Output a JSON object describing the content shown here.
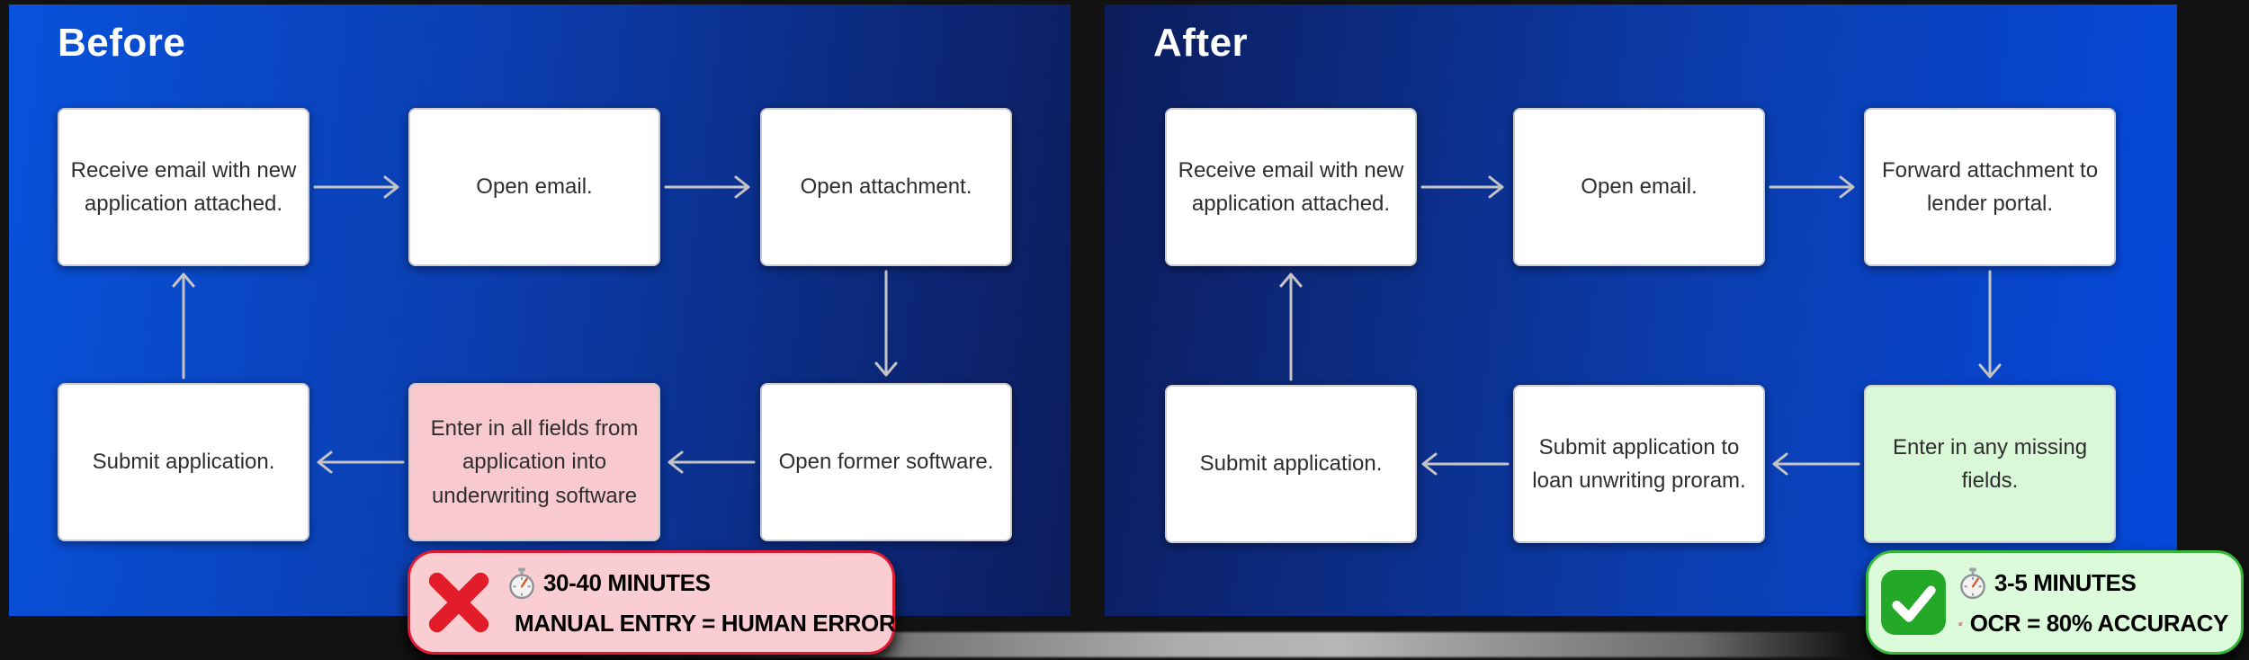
{
  "colors": {
    "panel_bright_blue": "#0548dc",
    "panel_dark_navy": "#0c1c5c",
    "background_black": "#121212",
    "box_white": "#ffffff",
    "box_pink": "#f8c9cf",
    "box_green": "#d9f8d7",
    "badge_pink_bg": "#f9cdd2",
    "badge_pink_border": "#e11931",
    "badge_green_bg": "#dcfbda",
    "badge_green_border": "#35b837",
    "arrow_gray": "#c4c4c4"
  },
  "panels": [
    {
      "title": "Before",
      "boxes": [
        {
          "text": "Receive email with new application attached."
        },
        {
          "text": "Open email."
        },
        {
          "text": "Open attachment."
        },
        {
          "text": "Submit application."
        },
        {
          "text": "Enter in all fields from application into underwriting software"
        },
        {
          "text": "Open former software."
        }
      ],
      "badge": {
        "status_icon": "cross-mark-icon",
        "lines": [
          {
            "icon": "stopwatch-icon",
            "text": "30-40 MINUTES"
          },
          {
            "icon": "dart-target-icon",
            "text": "MANUAL ENTRY = HUMAN ERROR"
          }
        ]
      }
    },
    {
      "title": "After",
      "boxes": [
        {
          "text": "Receive email with new application attached."
        },
        {
          "text": "Open email."
        },
        {
          "text": "Forward attachment to lender portal."
        },
        {
          "text": "Submit application."
        },
        {
          "text": "Submit application to loan unwriting proram."
        },
        {
          "text": "Enter in any missing fields."
        }
      ],
      "badge": {
        "status_icon": "check-mark-icon",
        "lines": [
          {
            "icon": "stopwatch-icon",
            "text": "3-5 MINUTES"
          },
          {
            "icon": "dart-target-icon",
            "text": "OCR = 80% ACCURACY"
          }
        ]
      }
    }
  ]
}
